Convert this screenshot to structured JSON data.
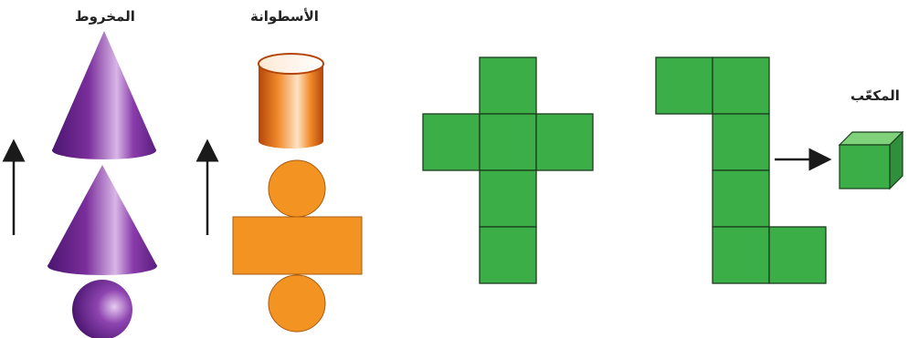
{
  "labels": {
    "cone": "المخروط",
    "cylinder": "الأسطوانة",
    "cube": "المكعّب"
  },
  "colors": {
    "cube_face": "#3cae47",
    "cube_stroke": "#1b3d1f",
    "cylinder_net": "#f39422",
    "cone_purple": "#7a2e9b",
    "arrow": "#1a1a1a"
  },
  "icons": [
    "cone-icon",
    "cylinder-icon",
    "cube-icon",
    "arrow-icon"
  ]
}
